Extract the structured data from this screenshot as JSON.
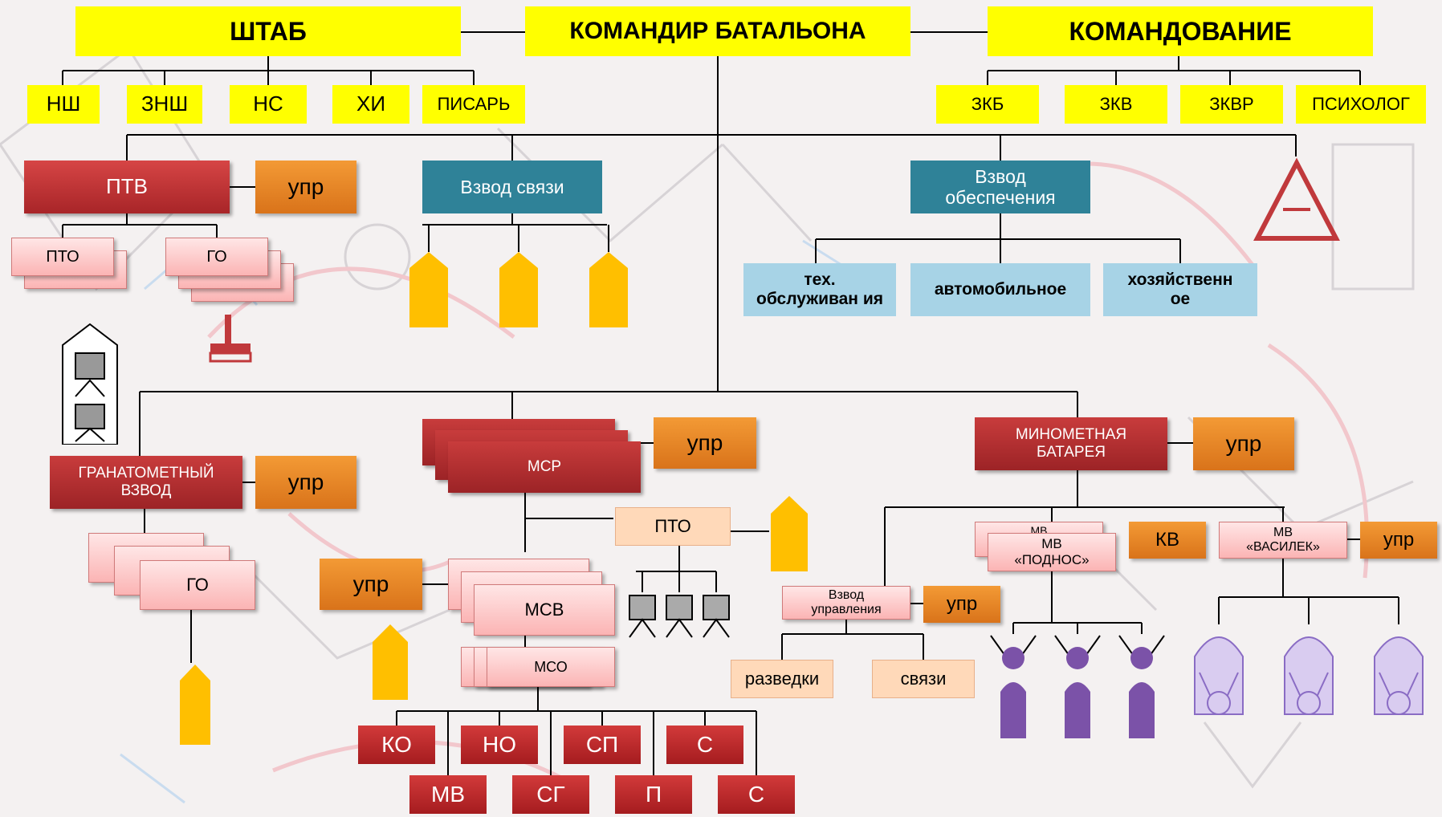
{
  "hq": {
    "shtab": "ШТАБ",
    "commander": "КОМАНДИР БАТАЛЬОНА",
    "command": "КОМАНДОВАНИЕ",
    "shtab_items": [
      "НШ",
      "ЗНШ",
      "НС",
      "ХИ",
      "ПИСАРЬ"
    ],
    "command_items": [
      "ЗКБ",
      "ЗКВ",
      "ЗКВР",
      "ПСИХОЛОГ"
    ]
  },
  "ptv": {
    "title": "ПТВ",
    "upr": "упр",
    "pto": "ПТО",
    "go": "ГО"
  },
  "signal": {
    "title": "Взвод связи"
  },
  "support": {
    "title": "Взвод обеспечения",
    "units": [
      "тех. обслуживан ия",
      "автомобильное",
      "хозяйственн ое"
    ]
  },
  "grenade": {
    "title": "ГРАНАТОМЕТНЫЙ ВЗВОД",
    "upr": "упр",
    "go": "ГО"
  },
  "msr": {
    "title": "МСР",
    "upr": "упр",
    "pto": "ПТО",
    "upr_msv": "упр",
    "msv": "МСВ",
    "mso": "МСО",
    "squad_row1": [
      "КО",
      "НО",
      "СП",
      "С"
    ],
    "squad_row2": [
      "МВ",
      "СГ",
      "П",
      "С"
    ]
  },
  "mortar": {
    "title": "МИНОМЕТНАЯ БАТАРЕЯ",
    "upr": "упр",
    "mv_back": "МВ",
    "mv_podnos": "МВ «ПОДНОС»",
    "kv": "КВ",
    "mv_vasilek": "МВ «ВАСИЛЕК»",
    "upr_vasilek": "упр",
    "control_platoon": "Взвод управления",
    "upr_control": "упр",
    "recon": "разведки",
    "comms": "связи"
  },
  "colors": {
    "yellow": "#ffff00",
    "red": "#b8302f",
    "orange": "#ec8a26",
    "teal": "#2f8298",
    "light_blue": "#a7d3e6",
    "pink": "#fcc6c6",
    "gold": "#ffbf00",
    "purple": "#7b52a8",
    "lavender": "#d9ccf0"
  }
}
